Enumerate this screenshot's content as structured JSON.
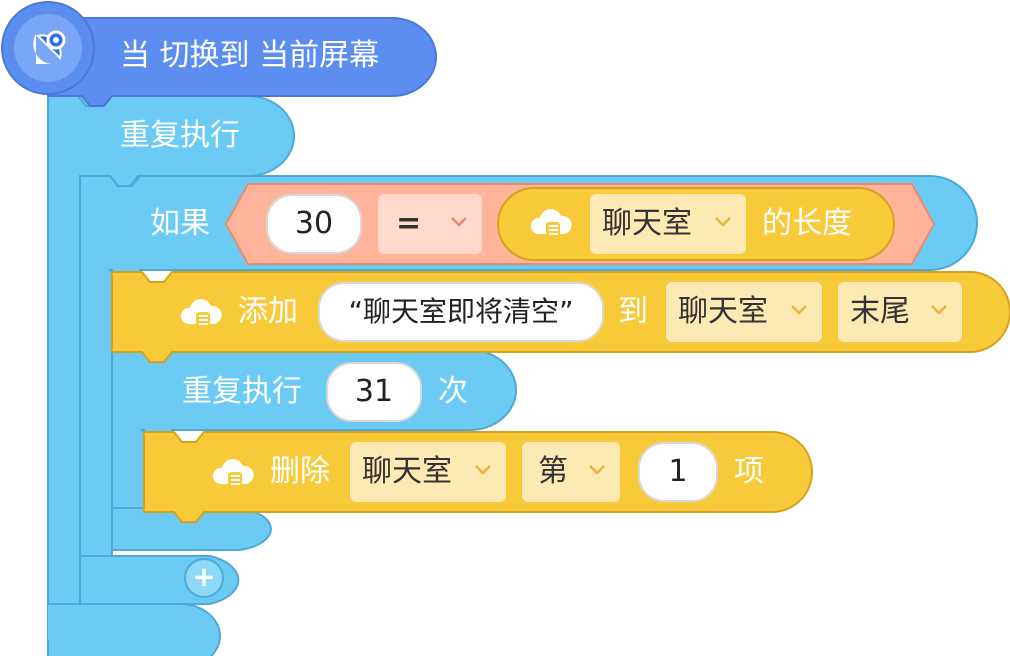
{
  "hat_block": {
    "text": "当 切换到 当前屏幕",
    "icon": "satellite-dish-icon"
  },
  "outer_loop": {
    "label": "重复执行"
  },
  "if_block": {
    "label": "如果",
    "left_value": "30",
    "operator": "=",
    "length_block": {
      "list": "聊天室",
      "suffix": "的长度"
    }
  },
  "add_block": {
    "label": "添加",
    "text_value": "“聊天室即将清空”",
    "to_label": "到",
    "list": "聊天室",
    "position": "末尾",
    "icon": "cloud-list-icon"
  },
  "repeat_block": {
    "label": "重复执行",
    "count": "31",
    "suffix": "次"
  },
  "delete_block": {
    "label": "删除",
    "list": "聊天室",
    "index_mode": "第",
    "index": "1",
    "suffix": "项",
    "icon": "cloud-list-icon"
  },
  "add_else_button": {
    "label": "+"
  },
  "colors": {
    "event_blue": "#5c8ef2",
    "control_blue": "#6ccbf5",
    "control_border": "#4fa8d8",
    "list_yellow": "#f8ca3a",
    "list_border": "#d6a21c",
    "operator_salmon": "#ffb39a",
    "dropdown_bg": "#fde9b3"
  }
}
